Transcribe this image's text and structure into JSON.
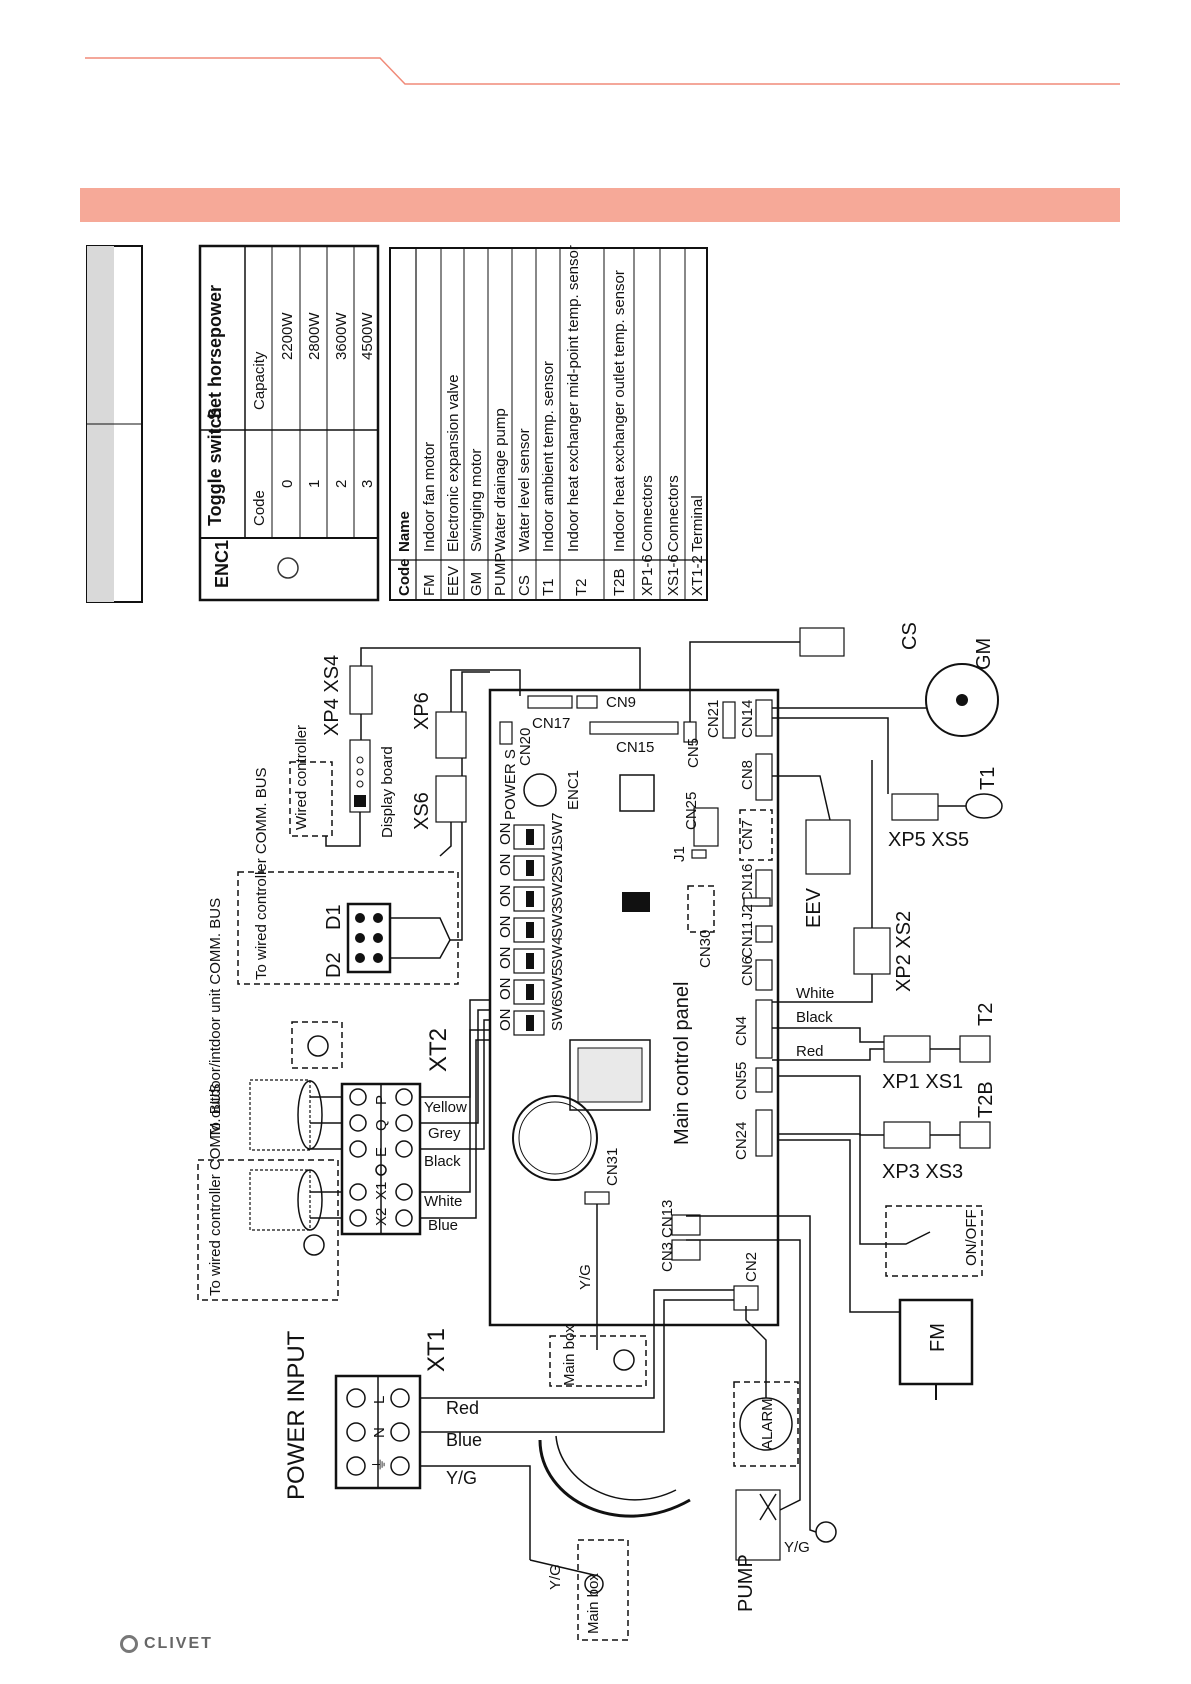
{
  "brand": "CLIVET",
  "colors": {
    "accent": "#f6a998",
    "line": "#f08a78"
  },
  "enc1": {
    "title": "ENC1",
    "col1_header": "Toggle switch",
    "col2_header": "Set horsepower",
    "sub_code": "Code",
    "sub_capacity": "Capacity",
    "rows": [
      {
        "code": "0",
        "capacity": "2200W"
      },
      {
        "code": "1",
        "capacity": "2800W"
      },
      {
        "code": "2",
        "capacity": "3600W"
      },
      {
        "code": "3",
        "capacity": "4500W"
      }
    ]
  },
  "legend": {
    "header_code": "Code",
    "header_name": "Name",
    "rows": [
      {
        "code": "FM",
        "name": "Indoor fan motor"
      },
      {
        "code": "EEV",
        "name": "Electronic expansion valve"
      },
      {
        "code": "GM",
        "name": "Swinging motor"
      },
      {
        "code": "PUMP",
        "name": "Water drainage pump"
      },
      {
        "code": "CS",
        "name": "Water level sensor"
      },
      {
        "code": "T1",
        "name": "Indoor ambient temp. sensor"
      },
      {
        "code": "T2",
        "name": "Indoor heat exchanger mid-point temp. sensor"
      },
      {
        "code": "T2B",
        "name": "Indoor heat exchanger outlet temp. sensor"
      },
      {
        "code": "XP1-6",
        "name": "Connectors"
      },
      {
        "code": "XS1-6",
        "name": "Connectors"
      },
      {
        "code": "XT1-2",
        "name": "Terminal"
      }
    ]
  },
  "diagram": {
    "power_input": "POWER INPUT",
    "xt1": "XT1",
    "xt2": "XT2",
    "xt1_terms": [
      "L",
      "N",
      "⏚"
    ],
    "xt1_wires": [
      "Red",
      "Blue",
      "Y/G"
    ],
    "xt2_terms": [
      "P",
      "Q",
      "E",
      "X1",
      "X2"
    ],
    "xt2_wires": [
      "Yellow",
      "Grey",
      "Black",
      "White",
      "Blue"
    ],
    "to_wired_bus": "To wired controller COMM. BUS",
    "to_outdoor_bus": "To outdoor/intdoor unit COMM. BUS",
    "to_wired_bus2": "To wired controller COMM. BUS",
    "d1": "D1",
    "d2": "D2",
    "wired_controller": "Wired controller",
    "display_board": "Display board",
    "xp4xs4": "XP4  XS4",
    "xp6": "XP6",
    "xs6": "XS6",
    "main_panel": "Main control panel",
    "cn_labels": [
      "CN17",
      "CN9",
      "CN15",
      "CN20",
      "CN5",
      "CN21",
      "CN14",
      "CN8",
      "CN7",
      "CN16",
      "CN25",
      "CN30",
      "CN11",
      "CN6",
      "CN4",
      "CN55",
      "CN24",
      "CN31",
      "CN3",
      "CN13",
      "CN2",
      "J1",
      "J2"
    ],
    "sw_labels": [
      "SW6",
      "SW5",
      "SW4",
      "SW3",
      "SW2",
      "SW1",
      "SW7"
    ],
    "power_s": "POWER  S",
    "enc1": "ENC1",
    "on": "ON",
    "eev": "EEV",
    "cs": "CS",
    "gm": "GM",
    "t1": "T1",
    "xp5xs5": "XP5 XS5",
    "xp2xs2": "XP2 XS2",
    "t2": "T2",
    "xp1xs1": "XP1 XS1",
    "t2b": "T2B",
    "xp3xs3": "XP3 XS3",
    "onoff": "ON/OFF",
    "fm": "FM",
    "alarm": "ALARM",
    "pump": "PUMP",
    "yg": "Y/G",
    "main_box": "Main box",
    "cn4_wires": [
      "White",
      "Black",
      "Red"
    ]
  }
}
